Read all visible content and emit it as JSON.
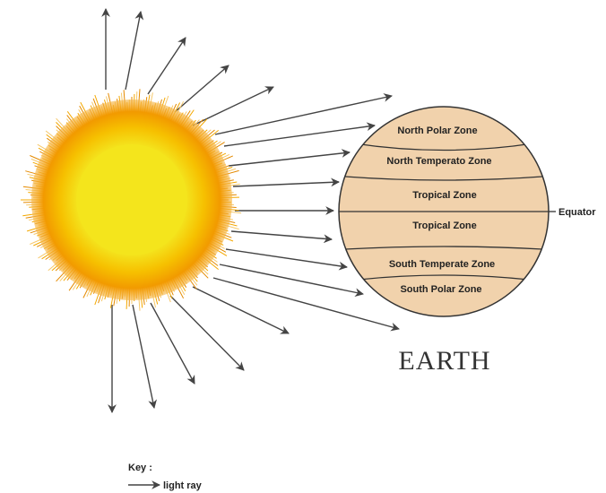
{
  "earth": {
    "title": "EARTH",
    "equator_label": "Equator",
    "zones": [
      "North Polar Zone",
      "North Temperato Zone",
      "Tropical Zone",
      "Tropical Zone",
      "South Temperate Zone",
      "South Polar Zone"
    ]
  },
  "key": {
    "title": "Key :",
    "ray_label": "light ray"
  },
  "colors": {
    "sun_core": "#f4e51c",
    "sun_mid": "#f5b800",
    "sun_outer": "#f08a00",
    "earth_fill": "#f1d2ac",
    "earth_outline": "#333333",
    "ray": "#444444"
  }
}
